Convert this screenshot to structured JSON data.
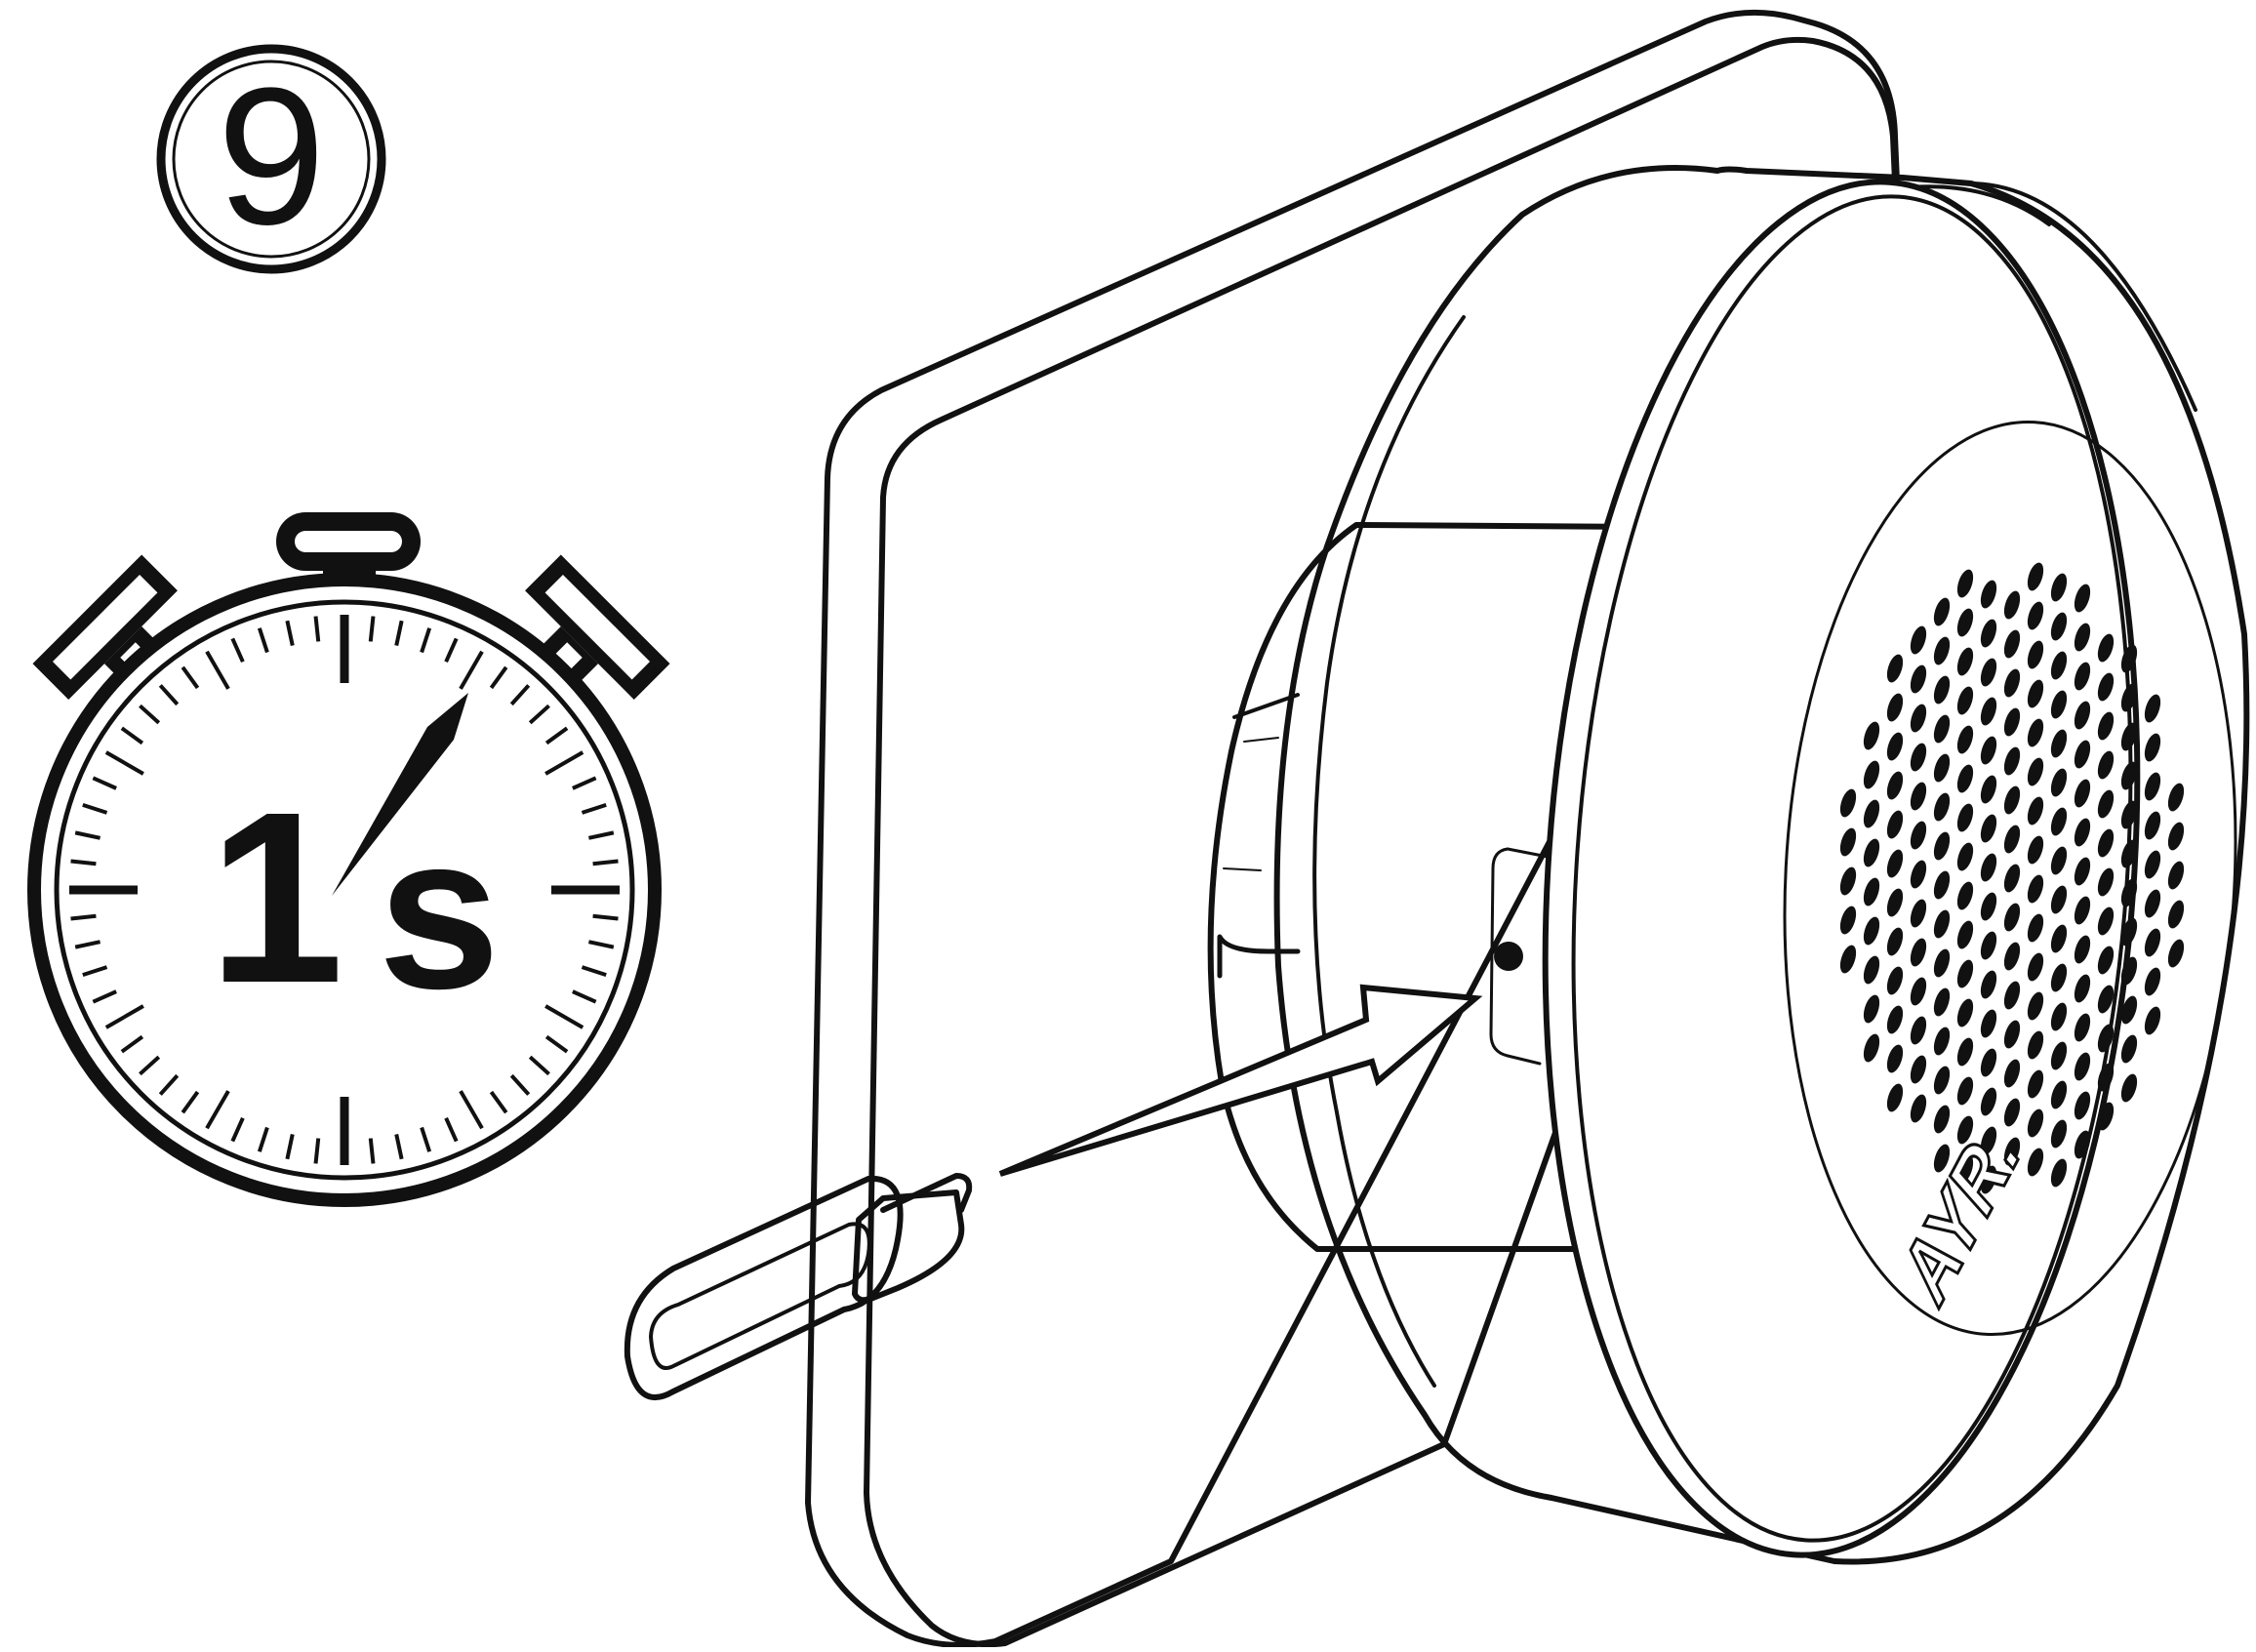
{
  "step": {
    "number": "9"
  },
  "timer": {
    "value": "1",
    "unit": "s"
  },
  "device": {
    "brand": "AYR."
  },
  "colors": {
    "ink": "#111111",
    "paper": "#ffffff"
  },
  "icons": [
    "step-number-badge",
    "stopwatch-icon",
    "reset-pin-tool",
    "direction-arrow"
  ]
}
